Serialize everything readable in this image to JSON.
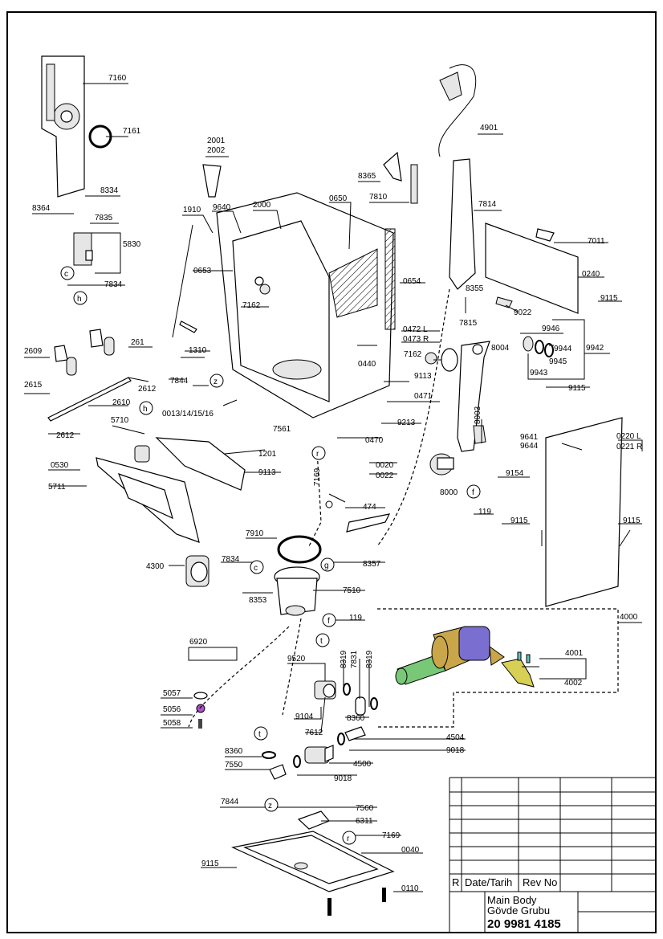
{
  "title_block": {
    "r_label": "R",
    "date_label": "Date/Tarih",
    "rev_label": "Rev No",
    "title_en": "Main Body",
    "title_tr": "Gövde Grubu",
    "doc_number": "20 9981 4185"
  },
  "callouts": {
    "c7160": "7160",
    "c7161": "7161",
    "c8334": "8334",
    "c8364": "8364",
    "c7835": "7835",
    "c5830": "5830",
    "c7834a": "7834",
    "c2001": "2001",
    "c2002": "2002",
    "c1910": "1910",
    "c9640": "9640",
    "c2000": "2000",
    "c0650": "0650",
    "c8365": "8365",
    "c7810": "7810",
    "c4901": "4901",
    "c7814": "7814",
    "c7011": "7011",
    "c0240": "0240",
    "c9115a": "9115",
    "c0653": "0653",
    "c0654": "0654",
    "c7162a": "7162",
    "c8355": "8355",
    "c7815": "7815",
    "c9022": "9022",
    "c9946": "9946",
    "c9944": "9944",
    "c9942": "9942",
    "c9945": "9945",
    "c9943": "9943",
    "c0472": "0472 L",
    "c0473": "0473 R",
    "c7162b": "7162",
    "c8004": "8004",
    "c2609": "2609",
    "c261": "261",
    "c1310": "1310",
    "c0440": "0440",
    "c9113a": "9113",
    "c2615": "2615",
    "c2612a": "2612",
    "c7844a": "7844",
    "c0471": "0471",
    "c9115b": "9115",
    "c2610": "2610",
    "c0013": "0013/14/15/16",
    "c9213": "9213",
    "c8003": "8003",
    "c0220": "0220 L",
    "c0221": "0221 R",
    "c2612b": "2612",
    "c7561": "7561",
    "c0470": "0470",
    "c9641": "9641",
    "c9644": "9644",
    "c5710": "5710",
    "c1201": "1201",
    "c0020": "0020",
    "c0022": "0022",
    "c0530": "0530",
    "c9113b": "9113",
    "c7169a": "7169",
    "c9154": "9154",
    "c5711": "5711",
    "c474": "474",
    "c8000": "8000",
    "c119a": "119",
    "c9115c": "9115",
    "c9115d": "9115",
    "c7910": "7910",
    "c8357": "8357",
    "c4300": "4300",
    "c7834b": "7834",
    "c7510": "7510",
    "c8353": "8353",
    "c119b": "119",
    "c4000": "4000",
    "c6920": "6920",
    "c4001": "4001",
    "c9520": "9520",
    "c8319a": "8319",
    "c7831": "7831",
    "c8319b": "8319",
    "c4002": "4002",
    "c5057": "5057",
    "c5056": "5056",
    "c9104": "9104",
    "c8360a": "8360",
    "c5058": "5058",
    "c7612": "7612",
    "c4504": "4504",
    "c9018a": "9018",
    "c8360b": "8360",
    "c4500": "4500",
    "c7550": "7550",
    "c9018b": "9018",
    "c7844b": "7844",
    "c7560": "7560",
    "c6311": "6311",
    "c7169b": "7169",
    "c0040": "0040",
    "c9115e": "9115",
    "c0110": "0110"
  },
  "ref_letters": {
    "c1": "c",
    "h1": "h",
    "z1": "z",
    "h2": "h",
    "r1": "r",
    "f1": "f",
    "c2": "c",
    "g1": "g",
    "f2": "f",
    "t1": "t",
    "t2": "t",
    "z2": "z",
    "r2": "r"
  },
  "colors": {
    "line": "#000000",
    "pump_motor": "#7a6fd0",
    "pump_heater": "#c9a64a",
    "pump_shaft": "#78c878",
    "sensor_clip": "#d8cf55",
    "valve_purple": "#b04fc8"
  }
}
